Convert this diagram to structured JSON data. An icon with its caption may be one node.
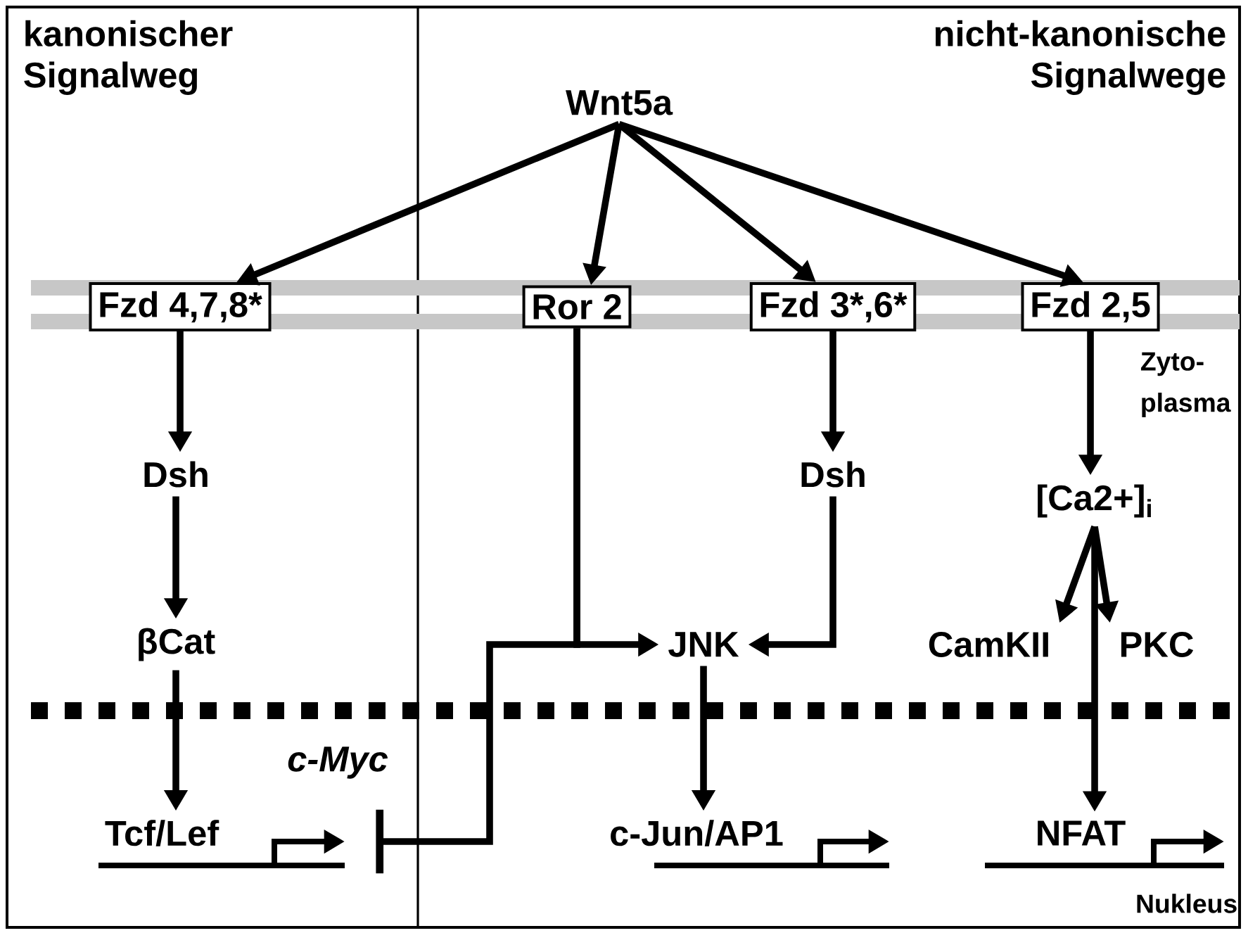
{
  "diagram": {
    "nodes": [
      {
        "text": [
          "Wnt5a"
        ]
      },
      {
        "text": [
          "Fzd 4,7,8*"
        ]
      },
      {
        "text": [
          "Ror 2"
        ]
      },
      {
        "text": [
          "Fzd 3*,6*"
        ]
      },
      {
        "text": [
          "Fzd 2,5"
        ]
      },
      {
        "text": [
          "Dsh"
        ]
      },
      {
        "text": [
          "Dsh"
        ]
      },
      {
        "text": [
          "[Ca2+]$_{i}$"
        ]
      },
      {
        "text": [
          "βCat"
        ]
      },
      {
        "text": [
          "JNK"
        ]
      },
      {
        "text": [
          "CamKII"
        ]
      },
      {
        "text": [
          "PKC"
        ]
      },
      {
        "text": [
          "Tcf/Lef"
        ]
      },
      {
        "text": [
          "c-Myc"
        ]
      },
      {
        "text": [
          "c-Jun/AP1"
        ]
      },
      {
        "text": [
          "NFAT"
        ]
      }
    ],
    "edges": [
      {
        "from": 0,
        "to": 1,
        "arrow": "to"
      },
      {
        "from": 0,
        "to": 2,
        "arrow": "to"
      },
      {
        "from": 0,
        "to": 3,
        "arrow": "to"
      },
      {
        "from": 0,
        "to": 4,
        "arrow": "to"
      },
      {
        "from": 1,
        "to": 5,
        "arrow": "to"
      },
      {
        "from": 5,
        "to": 8,
        "arrow": "to"
      },
      {
        "from": 8,
        "to": 12,
        "arrow": "to"
      },
      {
        "from": 2,
        "to": 9,
        "arrow": "to"
      },
      {
        "from": 2,
        "to": 13,
        "arrow": "other"
      },
      {
        "from": 3,
        "to": 6,
        "arrow": "to"
      },
      {
        "from": 6,
        "to": 9,
        "arrow": "to"
      },
      {
        "from": 4,
        "to": 7,
        "arrow": "to"
      },
      {
        "from": 7,
        "to": 10,
        "arrow": "to"
      },
      {
        "from": 7,
        "to": 11,
        "arrow": "to"
      },
      {
        "from": 7,
        "to": 15,
        "arrow": "to"
      },
      {
        "from": 9,
        "to": 14,
        "arrow": "to"
      }
    ],
    "labels": [
      "kanonischer Signalweg",
      "nicht-kanonische Signalwege",
      "Zyto- plasma",
      "Nukleus"
    ]
  }
}
